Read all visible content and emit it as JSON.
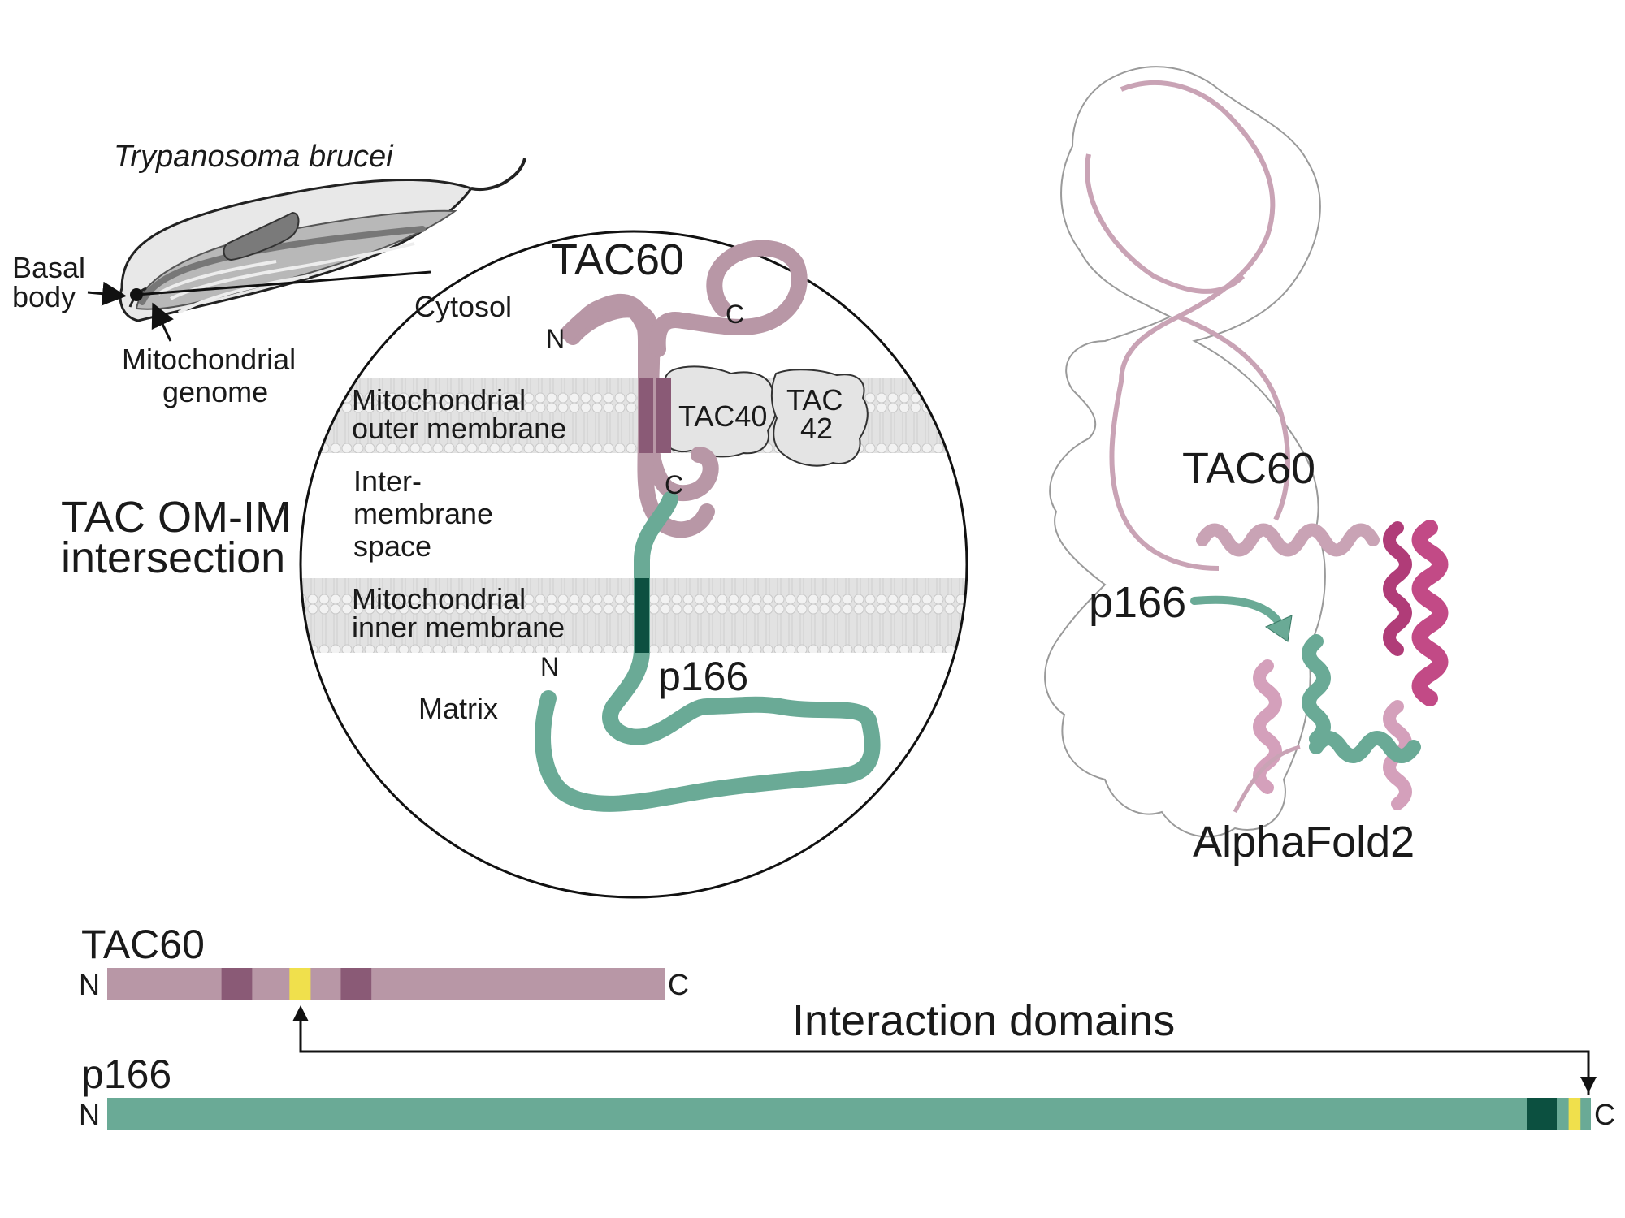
{
  "organism": {
    "name": "Trypanosoma brucei",
    "basal_body_line1": "Basal",
    "basal_body_line2": "body",
    "mito_genome_line1": "Mitochondrial",
    "mito_genome_line2": "genome"
  },
  "section_label": {
    "line1": "TAC OM-IM",
    "line2": "intersection"
  },
  "inset": {
    "cytosol": "Cytosol",
    "om_line1": "Mitochondrial",
    "om_line2": "outer membrane",
    "ims_line1": "Inter-",
    "ims_line2": "membrane",
    "ims_line3": "space",
    "im_line1": "Mitochondrial",
    "im_line2": "inner membrane",
    "matrix": "Matrix",
    "tac60": "TAC60",
    "tac40": "TAC40",
    "tac42_line1": "TAC",
    "tac42_line2": "42",
    "p166": "p166",
    "n": "N",
    "c": "C"
  },
  "structure": {
    "tac60": "TAC60",
    "p166": "p166",
    "method": "AlphaFold2"
  },
  "domains": {
    "title": "Interaction domains",
    "n": "N",
    "c": "C",
    "proteins": [
      {
        "name": "TAC60",
        "color": "#b897a6",
        "segments": [
          {
            "start": 0.205,
            "end": 0.26,
            "kind": "transmembrane",
            "color": "#8a5a76"
          },
          {
            "start": 0.327,
            "end": 0.365,
            "kind": "interaction",
            "color": "#f0e04c"
          },
          {
            "start": 0.419,
            "end": 0.474,
            "kind": "transmembrane",
            "color": "#8a5a76"
          }
        ]
      },
      {
        "name": "p166",
        "color": "#6aaa96",
        "segments": [
          {
            "start": 0.957,
            "end": 0.977,
            "kind": "transmembrane",
            "color": "#0c5040"
          },
          {
            "start": 0.985,
            "end": 0.993,
            "kind": "interaction",
            "color": "#f0e04c"
          }
        ]
      }
    ]
  },
  "colors": {
    "tac60": "#b897a6",
    "tac60_tm": "#8a5a76",
    "p166": "#6aaa96",
    "p166_tm": "#0c5040",
    "interaction": "#f0e04c",
    "membrane": "#e0e0e0"
  }
}
